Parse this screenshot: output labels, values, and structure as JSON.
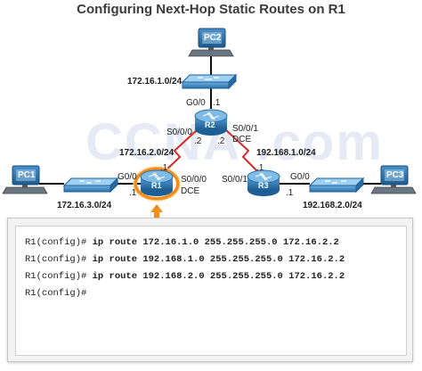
{
  "title": "Configuring Next-Hop Static Routes on R1",
  "watermark": "CCNA .com",
  "devices": {
    "pc1": "PC1",
    "pc2": "PC2",
    "pc3": "PC3",
    "r1": "R1",
    "r2": "R2",
    "r3": "R3"
  },
  "networks": {
    "lan_r2": "172.16.1.0/24",
    "lan_r1": "172.16.3.0/24",
    "lan_r3": "192.168.2.0/24",
    "wan_r1_r2": "172.16.2.0/24",
    "wan_r2_r3": "192.168.1.0/24"
  },
  "interfaces": {
    "r2_g00": "G0/0",
    "r2_g00_host": ".1",
    "r2_s000": "S0/0/0",
    "r2_s000_host": ".2",
    "r2_s001": "S0/0/1",
    "r2_s001_host": ".2",
    "r2_dce": "DCE",
    "r1_g00": "G0/0",
    "r1_g00_host": ".1",
    "r1_s000": "S0/0/0",
    "r1_s000_host": ".1",
    "r1_dce": "DCE",
    "r3_s001": "S0/0/1",
    "r3_s001_host": ".1",
    "r3_g00": "G0/0",
    "r3_g00_host": ".1"
  },
  "cli": [
    {
      "prompt": "R1(config)#",
      "command": " ip route 172.16.1.0 255.255.255.0 172.16.2.2"
    },
    {
      "prompt": "R1(config)#",
      "command": " ip route 192.168.1.0 255.255.255.0 172.16.2.2"
    },
    {
      "prompt": "R1(config)#",
      "command": " ip route 192.168.2.0 255.255.255.0 172.16.2.2"
    },
    {
      "prompt": "R1(config)#",
      "command": ""
    }
  ],
  "colors": {
    "device_blue": "#1f77b4",
    "serial_link": "#d42a2a",
    "ethernet_link": "#111111",
    "highlight_orange": "#f28c1a"
  }
}
